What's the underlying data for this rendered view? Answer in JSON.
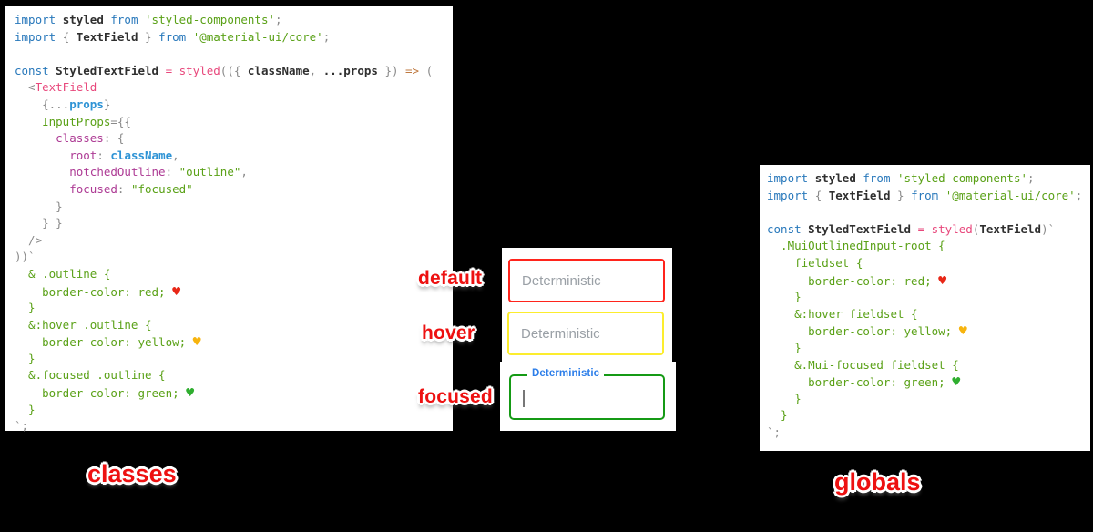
{
  "canvas": {
    "background": "#000000"
  },
  "colors": {
    "keyword_blue": "#2878bb",
    "string_green": "#5aa117",
    "pink": "#e8487c",
    "key_purple": "#ad3a94",
    "value_blue": "#2e93d5",
    "punct_gray": "#8a8a8a",
    "arrow_orange": "#bf7940",
    "label_red": "#ed1111",
    "field_label_blue": "#2b7de9",
    "heart_red": "#e82717",
    "heart_yellow": "#f7b40e",
    "heart_green": "#2fae2f"
  },
  "left_panel": {
    "caption": "classes",
    "lines": [
      [
        [
          "kw",
          "import "
        ],
        [
          "id",
          "styled "
        ],
        [
          "kw",
          "from "
        ],
        [
          "str",
          "'styled-components'"
        ],
        [
          "gray",
          ";"
        ]
      ],
      [
        [
          "kw",
          "import "
        ],
        [
          "gray",
          "{ "
        ],
        [
          "id",
          "TextField "
        ],
        [
          "gray",
          "} "
        ],
        [
          "kw",
          "from "
        ],
        [
          "str",
          "'@material-ui/core'"
        ],
        [
          "gray",
          ";"
        ]
      ],
      [],
      [
        [
          "kw",
          "const "
        ],
        [
          "id",
          "StyledTextField "
        ],
        [
          "pink",
          "= styled"
        ],
        [
          "gray",
          "(({ "
        ],
        [
          "id",
          "className"
        ],
        [
          "gray",
          ", "
        ],
        [
          "id",
          "...props"
        ],
        [
          "gray",
          " }) "
        ],
        [
          "arrow",
          "=>"
        ],
        [
          "gray",
          " ("
        ]
      ],
      [
        [
          "gray",
          "  <"
        ],
        [
          "pink",
          "TextField"
        ]
      ],
      [
        [
          "gray",
          "    {..."
        ],
        [
          "vblue",
          "props"
        ],
        [
          "gray",
          "}"
        ]
      ],
      [
        [
          "gray",
          "    "
        ],
        [
          "str",
          "InputProps"
        ],
        [
          "gray",
          "={{"
        ]
      ],
      [
        [
          "gray",
          "      "
        ],
        [
          "purple",
          "classes"
        ],
        [
          "gray",
          ": {"
        ]
      ],
      [
        [
          "gray",
          "        "
        ],
        [
          "purple",
          "root"
        ],
        [
          "gray",
          ": "
        ],
        [
          "vblue",
          "className"
        ],
        [
          "gray",
          ","
        ]
      ],
      [
        [
          "gray",
          "        "
        ],
        [
          "purple",
          "notchedOutline"
        ],
        [
          "gray",
          ": "
        ],
        [
          "str",
          "\"outline\""
        ],
        [
          "gray",
          ","
        ]
      ],
      [
        [
          "gray",
          "        "
        ],
        [
          "purple",
          "focused"
        ],
        [
          "gray",
          ": "
        ],
        [
          "str",
          "\"focused\""
        ]
      ],
      [
        [
          "gray",
          "      }"
        ]
      ],
      [
        [
          "gray",
          "    } }"
        ]
      ],
      [
        [
          "gray",
          "  />"
        ]
      ],
      [
        [
          "gray",
          "))`"
        ]
      ],
      [
        [
          "css",
          "  & .outline {"
        ]
      ],
      [
        [
          "css",
          "    border-color: red; "
        ],
        [
          "hr",
          "♥"
        ]
      ],
      [
        [
          "css",
          "  }"
        ]
      ],
      [
        [
          "css",
          "  &:hover .outline {"
        ]
      ],
      [
        [
          "css",
          "    border-color: yellow; "
        ],
        [
          "hy",
          "♥"
        ]
      ],
      [
        [
          "css",
          "  }"
        ]
      ],
      [
        [
          "css",
          "  &.focused .outline {"
        ]
      ],
      [
        [
          "css",
          "    border-color: green; "
        ],
        [
          "hg",
          "♥"
        ]
      ],
      [
        [
          "css",
          "  }"
        ]
      ],
      [
        [
          "gray",
          "`;"
        ]
      ]
    ]
  },
  "right_panel": {
    "caption": "globals",
    "lines": [
      [
        [
          "kw",
          "import "
        ],
        [
          "id",
          "styled "
        ],
        [
          "kw",
          "from "
        ],
        [
          "str",
          "'styled-components'"
        ],
        [
          "gray",
          ";"
        ]
      ],
      [
        [
          "kw",
          "import "
        ],
        [
          "gray",
          "{ "
        ],
        [
          "id",
          "TextField "
        ],
        [
          "gray",
          "} "
        ],
        [
          "kw",
          "from "
        ],
        [
          "str",
          "'@material-ui/core'"
        ],
        [
          "gray",
          ";"
        ]
      ],
      [],
      [
        [
          "kw",
          "const "
        ],
        [
          "id",
          "StyledTextField "
        ],
        [
          "pink",
          "= styled"
        ],
        [
          "gray",
          "("
        ],
        [
          "id",
          "TextField"
        ],
        [
          "gray",
          ")`"
        ]
      ],
      [
        [
          "css",
          "  .MuiOutlinedInput-root {"
        ]
      ],
      [
        [
          "css",
          "    fieldset {"
        ]
      ],
      [
        [
          "css",
          "      border-color: red; "
        ],
        [
          "hr",
          "♥"
        ]
      ],
      [
        [
          "css",
          "    }"
        ]
      ],
      [
        [
          "css",
          "    &:hover fieldset {"
        ]
      ],
      [
        [
          "css",
          "      border-color: yellow; "
        ],
        [
          "hy",
          "♥"
        ]
      ],
      [
        [
          "css",
          "    }"
        ]
      ],
      [
        [
          "css",
          "    &.Mui-focused fieldset {"
        ]
      ],
      [
        [
          "css",
          "      border-color: green; "
        ],
        [
          "hg",
          "♥"
        ]
      ],
      [
        [
          "css",
          "    }"
        ]
      ],
      [
        [
          "css",
          "  }"
        ]
      ],
      [
        [
          "gray",
          "`;"
        ]
      ]
    ]
  },
  "middle": {
    "rows": [
      {
        "label": "default",
        "placeholder": "Deterministic",
        "border": "#ff241c"
      },
      {
        "label": "hover",
        "placeholder": "Deterministic",
        "border": "#fced2e"
      },
      {
        "label": "focused",
        "placeholder": "",
        "field_label": "Deterministic",
        "border": "#159a15"
      }
    ]
  }
}
